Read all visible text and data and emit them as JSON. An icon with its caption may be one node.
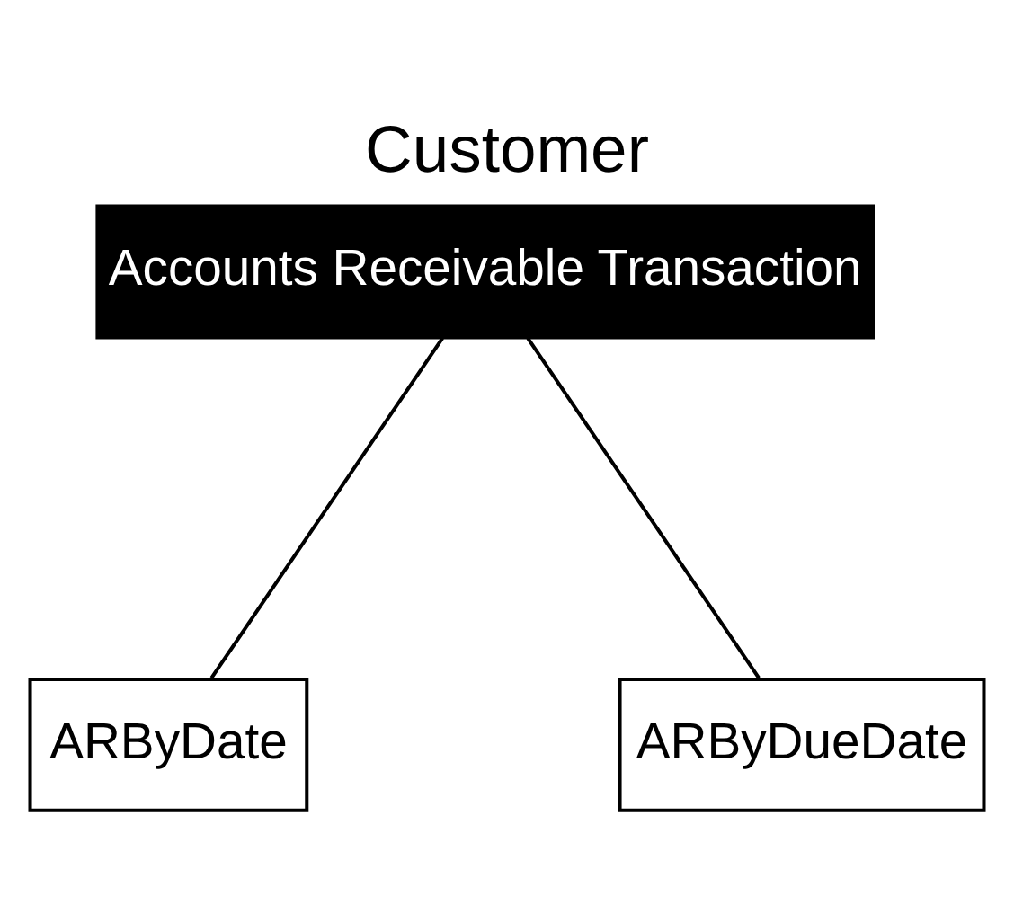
{
  "diagram": {
    "title": "Customer",
    "nodes": [
      {
        "text": [
          "Accounts Receivable Transaction"
        ]
      },
      {
        "text": [
          "ARByDate"
        ]
      },
      {
        "text": [
          "ARByDueDate"
        ]
      }
    ],
    "edges": [
      {
        "from": 0,
        "to": 1,
        "arrow": "none"
      },
      {
        "from": 0,
        "to": 2,
        "arrow": "none"
      }
    ]
  }
}
